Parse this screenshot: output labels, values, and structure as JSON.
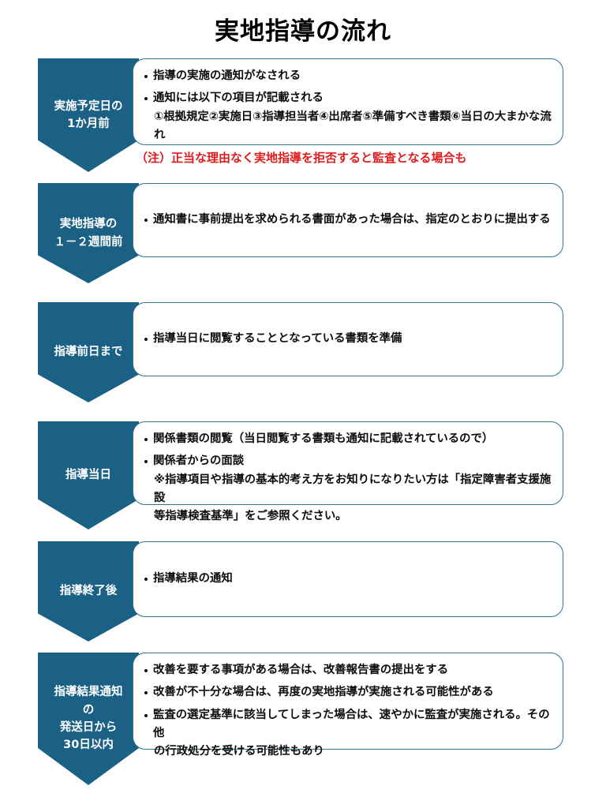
{
  "document": {
    "title": "実地指導の流れ",
    "accent_color": "#1b6085",
    "box_border_color": "#35708c",
    "note_color": "#e01b1b"
  },
  "flow": {
    "steps": [
      {
        "id": "one-month-before",
        "label_lines": [
          "実施予定日の",
          "1か月前"
        ],
        "lines": [
          {
            "type": "bullet",
            "text": "指導の実施の通知がなされる"
          },
          {
            "type": "bullet",
            "text": "通知には以下の項目が記載される"
          },
          {
            "type": "sub",
            "text": "①根拠規定②実施日③指導担当者④出席者⑤準備すべき書類⑥当日の大まかな流"
          },
          {
            "type": "cont",
            "text": "れ"
          }
        ],
        "note": "（注）正当な理由なく実地指導を拒否すると監査となる場合も"
      },
      {
        "id": "one-two-weeks-before",
        "label_lines": [
          "実地指導の",
          "１－２週間前"
        ],
        "lines": [
          {
            "type": "bullet",
            "text": "通知書に事前提出を求められる書面があった場合は、指定のとおりに提出する"
          }
        ]
      },
      {
        "id": "day-before-guidance",
        "label_lines": [
          "指導前日まで"
        ],
        "lines": [
          {
            "type": "bullet",
            "text": "指導当日に閲覧することとなっている書類を準備"
          }
        ]
      },
      {
        "id": "guidance-day",
        "label_lines": [
          "指導当日"
        ],
        "lines": [
          {
            "type": "bullet",
            "text": "関係書類の閲覧（当日閲覧する書類も通知に記載されているので）"
          },
          {
            "type": "bullet",
            "text": "関係者からの面談"
          },
          {
            "type": "sub",
            "text": "※指導項目や指導の基本的考え方をお知りになりたい方は「指定障害者支援施設"
          },
          {
            "type": "cont",
            "text": "等指導検査基準」をご参照ください。"
          }
        ]
      },
      {
        "id": "after-guidance",
        "label_lines": [
          "指導終了後"
        ],
        "lines": [
          {
            "type": "bullet",
            "text": "指導結果の通知"
          }
        ]
      },
      {
        "id": "within-30-days",
        "label_lines": [
          "指導結果通知",
          "の",
          "発送日から",
          "30日以内"
        ],
        "lines": [
          {
            "type": "bullet",
            "text": "改善を要する事項がある場合は、改善報告書の提出をする"
          },
          {
            "type": "bullet",
            "text": "改善が不十分な場合は、再度の実地指導が実施される可能性がある"
          },
          {
            "type": "bullet",
            "text": "監査の選定基準に該当してしまった場合は、速やかに監査が実施される。その他"
          },
          {
            "type": "cont",
            "text": "の行政処分を受ける可能性もあり"
          }
        ]
      }
    ]
  }
}
